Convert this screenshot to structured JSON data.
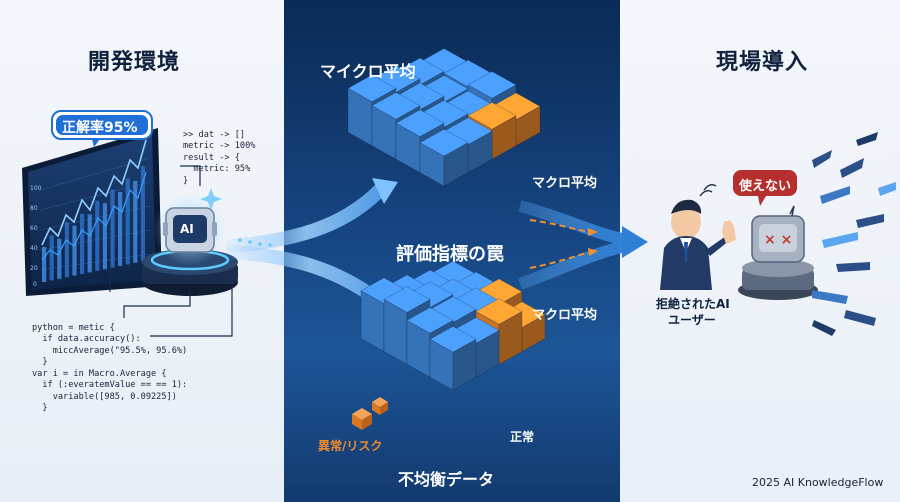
{
  "sections": {
    "dev_env_title": "開発環境",
    "deploy_title": "現場導入"
  },
  "dev": {
    "accuracy_badge": "正解率95%",
    "ai_chip_label": "AI",
    "axis_ticks": [
      "100",
      "80",
      "60",
      "40",
      "20",
      "0"
    ],
    "code_top": [
      ">> dat -> []",
      "metric -> 100%",
      "result -> {",
      "  metric: 95%",
      "}"
    ],
    "code_bottom": [
      "python = metic {",
      "  if data.accuracy():",
      "    miccAverage(\"95.5%, 95.6%)",
      "  }",
      "var i = in Macro.Average {",
      "  if (:everatemValue == == 1):",
      "    variable([985, 0.09225])",
      "  }"
    ]
  },
  "middle": {
    "micro_avg": "マイクロ平均",
    "macro_avg_top": "マクロ平均",
    "trap_title": "評価指標の罠",
    "macro_avg_bottom": "マクロ平均",
    "anomaly_label": "異常/リスク",
    "normal_label": "正常",
    "imbalanced_data": "不均衡データ"
  },
  "deploy": {
    "unusable_bubble": "使えない",
    "rejected_caption_1": "拒絶されたAI",
    "rejected_caption_2": "ユーザー"
  },
  "footer": {
    "copyright": "2025 AI KnowledgeFlow"
  },
  "colors": {
    "cube_blue": "#3f86d8",
    "cube_orange": "#ee8a2c",
    "accent_blue": "#1f6fd6",
    "alert_red": "#c0392b",
    "anomaly_orange": "#f08a2a"
  }
}
